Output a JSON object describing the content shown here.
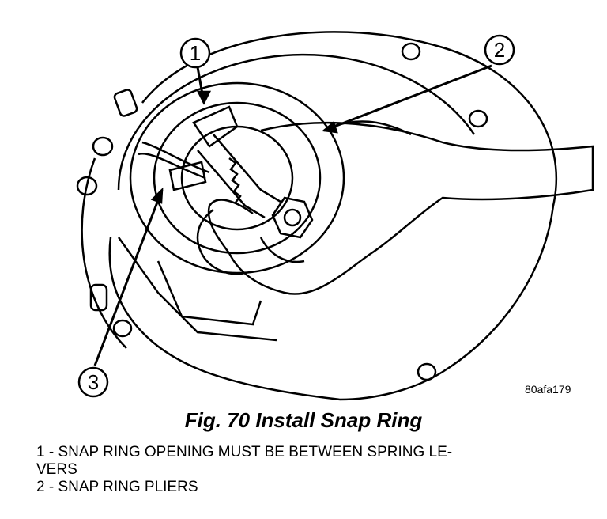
{
  "figure": {
    "callouts": [
      "1",
      "2",
      "3"
    ],
    "image_code": "80afa179",
    "caption": "Fig. 70 Install Snap Ring"
  },
  "legend": {
    "line1a": "1 - SNAP RING OPENING MUST BE BETWEEN SPRING LE-",
    "line1b": "VERS",
    "line2": "2 - SNAP RING PLIERS"
  }
}
